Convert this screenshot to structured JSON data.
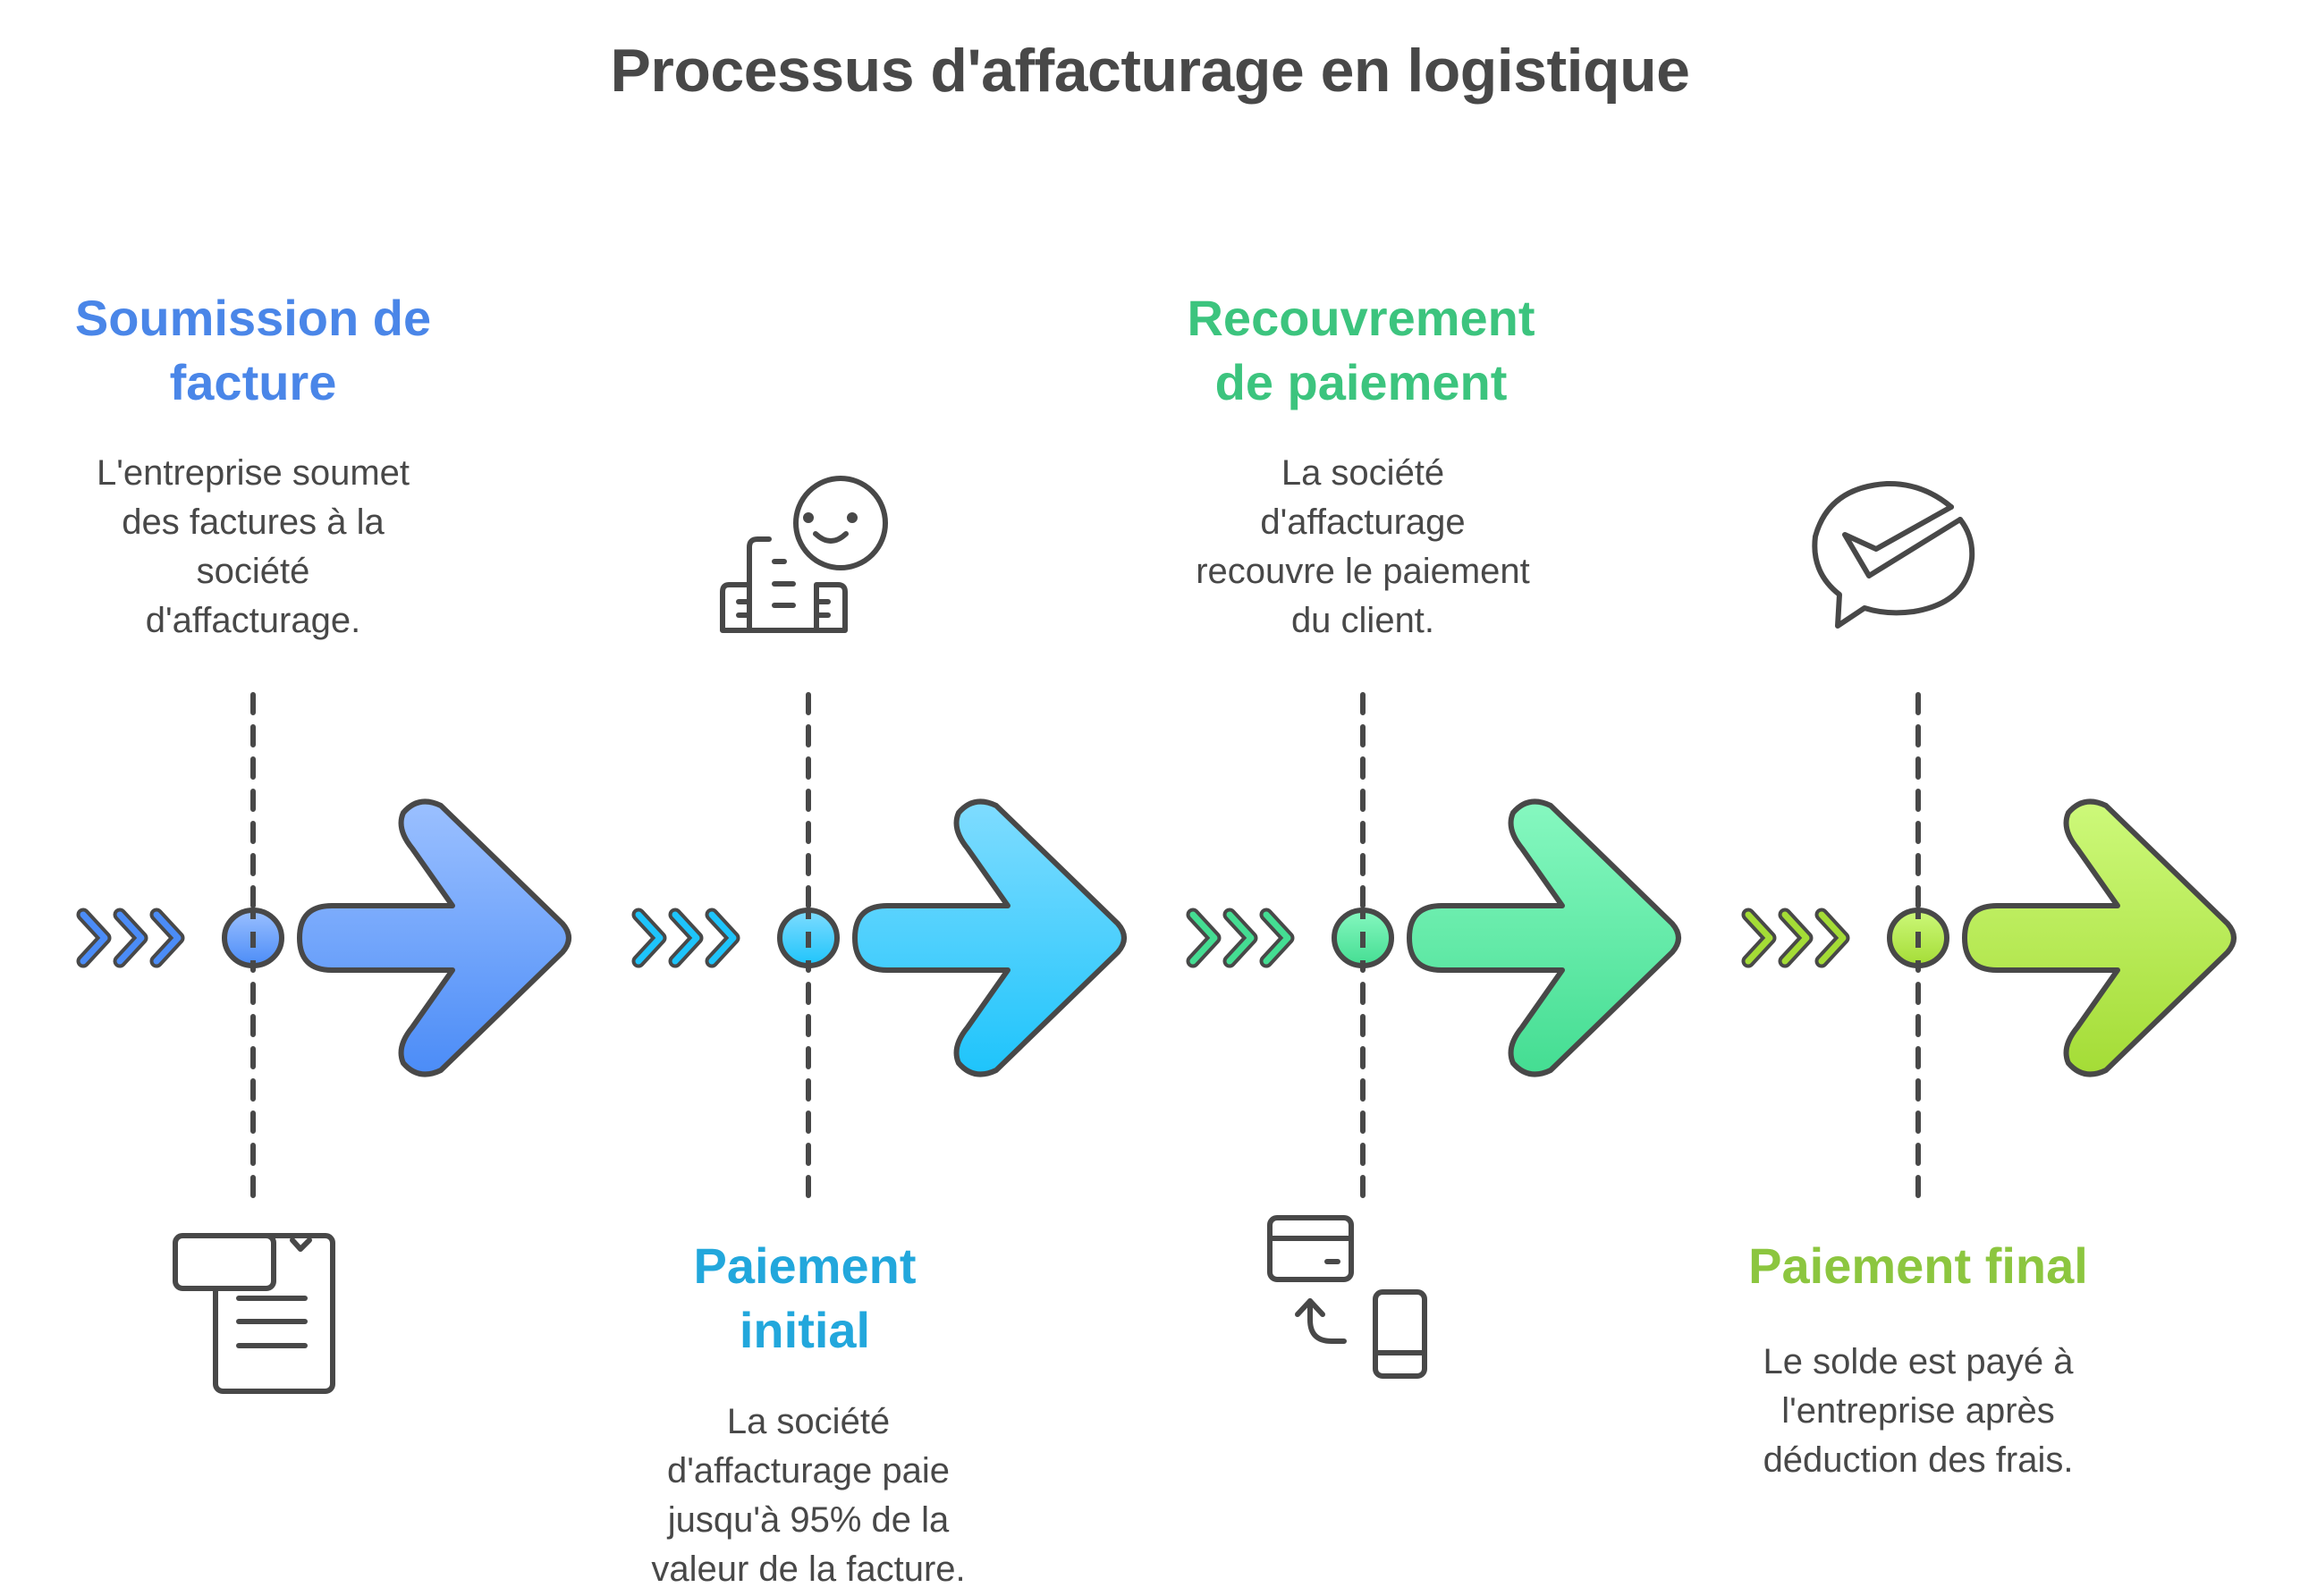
{
  "title": "Processus d'affacturage en logistique",
  "steps": [
    {
      "title_lines": [
        "Soumission de",
        "facture"
      ],
      "description_lines": [
        "L'entreprise soumet",
        "des factures à la",
        "société",
        "d'affacturage."
      ],
      "text_position": "top",
      "icon": "invoice-document-icon",
      "color": "#4a86e8",
      "arrow_gradient": [
        "#9bc0ff",
        "#4b8cf7"
      ]
    },
    {
      "title_lines": [
        "Paiement",
        "initial"
      ],
      "description_lines": [
        "La société",
        "d'affacturage paie",
        "jusqu'à 95% de la",
        "valeur de la facture."
      ],
      "text_position": "bottom",
      "icon": "satisfied-company-icon",
      "color": "#22a7dc",
      "arrow_gradient": [
        "#7fdcff",
        "#1ec4fb"
      ]
    },
    {
      "title_lines": [
        "Recouvrement",
        "de paiement"
      ],
      "description_lines": [
        "La société",
        "d'affacturage",
        "recouvre le paiement",
        "du client."
      ],
      "text_position": "top",
      "icon": "card-phone-transfer-icon",
      "color": "#3cc47e",
      "arrow_gradient": [
        "#86f8c0",
        "#44dd92"
      ]
    },
    {
      "title_lines": [
        "Paiement final"
      ],
      "description_lines": [
        "Le solde est payé à",
        "l'entreprise après",
        "déduction des frais."
      ],
      "text_position": "bottom",
      "icon": "chat-check-icon",
      "color": "#8cc63f",
      "arrow_gradient": [
        "#cdf97a",
        "#a4dc36"
      ]
    }
  ]
}
